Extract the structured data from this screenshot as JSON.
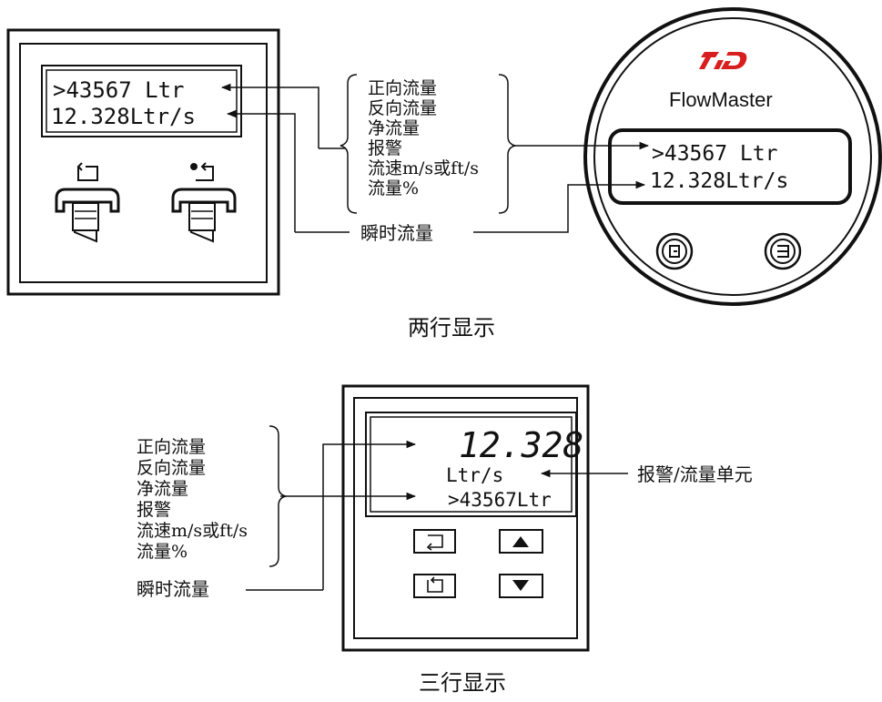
{
  "two_line": {
    "caption": "两行显示",
    "lcd_line1": ">43567 Ltr",
    "lcd_line2": "12.328Ltr/s",
    "meter_brand": "FlowMaster",
    "meter_lcd_line1": ">43567 Ltr",
    "meter_lcd_line2": "12.328Ltr/s",
    "options": [
      "正向流量",
      "反向流量",
      "净流量",
      "报警",
      "流速m/s或ft/s",
      "流量%"
    ],
    "instant_label": "瞬时流量"
  },
  "three_line": {
    "caption": "三行显示",
    "big_value": "12.328",
    "unit_line": "Ltr/s",
    "total_line": ">43567Ltr",
    "options": [
      "正向流量",
      "反向流量",
      "净流量",
      "报警",
      "流速m/s或ft/s",
      "流量%"
    ],
    "instant_label": "瞬时流量",
    "alarm_label": "报警/流量单元"
  },
  "icons": [
    "return-arrow-icon",
    "enter-arrow-icon",
    "up-triangle-icon",
    "down-triangle-icon",
    "brand-logo-icon"
  ],
  "colors": {
    "logo_red": "#d81e1e",
    "ink": "#111111"
  }
}
